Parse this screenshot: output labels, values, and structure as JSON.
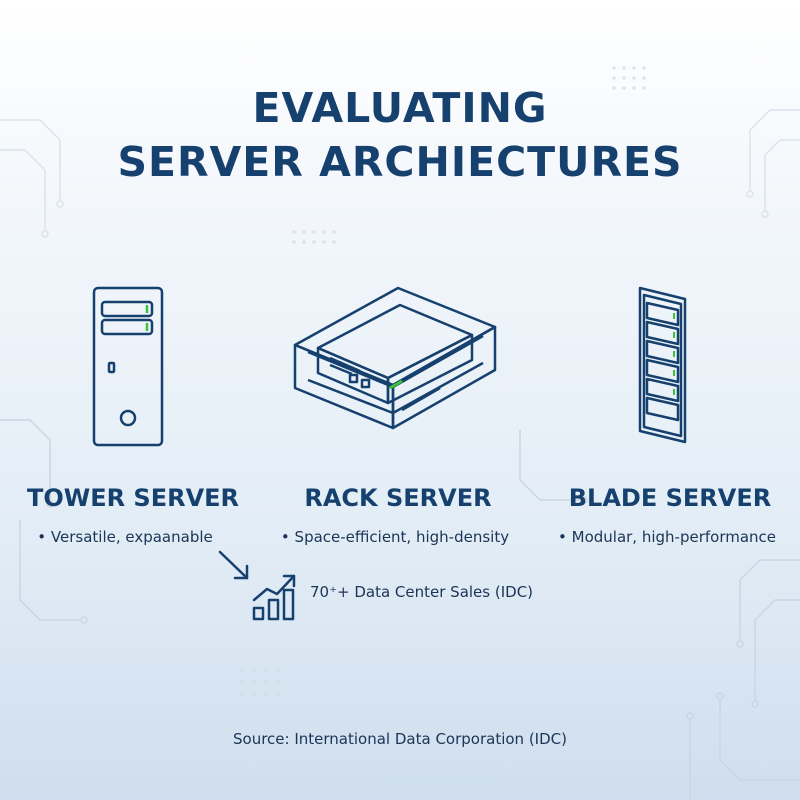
{
  "title": {
    "line1": "EVALUATING",
    "line2": "SERVER ARCHIECTURES"
  },
  "servers": [
    {
      "name": "TOWER SERVER",
      "feature": "Versatile, expaanable"
    },
    {
      "name": "RACK SERVER",
      "feature": "Space-efficient, high-density"
    },
    {
      "name": "BLADE SERVER",
      "feature": "Modular, high-performance"
    }
  ],
  "bullet_char": "•",
  "stat": {
    "text": "70⁺+ Data Center Sales (IDC)"
  },
  "source": "Source: International Data Corporation (IDC)",
  "colors": {
    "primary": "#16406e",
    "accent_led": "#3cc23c",
    "background_bottom": "#cfdeee"
  },
  "icons": [
    "tower-server-icon",
    "rack-server-icon",
    "blade-server-icon",
    "arrow-icon",
    "growth-chart-icon"
  ]
}
